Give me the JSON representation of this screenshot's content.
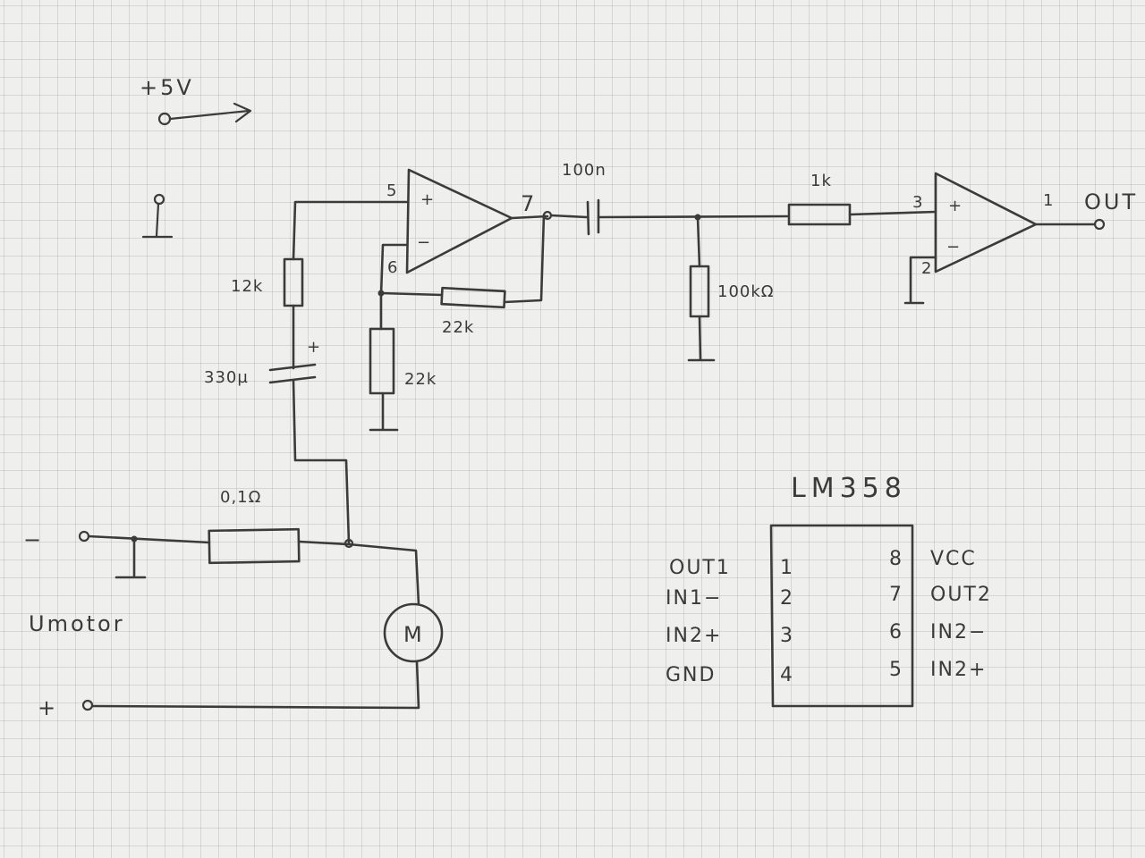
{
  "labels": {
    "supply": "+5V",
    "ground": "⊥",
    "pin5": "5",
    "plus1": "+",
    "minus1": "−",
    "pin6": "6",
    "pin7": "7",
    "cap100n": "100n",
    "r1k": "1k",
    "pin3": "3",
    "plus2": "+",
    "minus2": "−",
    "pin2": "2",
    "pin1": "1",
    "out": "OUT",
    "r12k": "12k",
    "r22k_fb": "22k",
    "r22k": "22k",
    "r100k": "100kΩ",
    "cap330": "330µ",
    "cap330_plus": "+",
    "rshunt": "0,1Ω",
    "minus_terminal": "−",
    "umotor": "Umotor",
    "plus_terminal": "+",
    "motor": "M"
  },
  "chip": {
    "title": "LM358",
    "left_pins": [
      {
        "name": "OUT1",
        "num": "1"
      },
      {
        "name": "IN1−",
        "num": "2"
      },
      {
        "name": "IN2+",
        "num": "3"
      },
      {
        "name": "GND",
        "num": "4"
      }
    ],
    "right_pins": [
      {
        "num": "8",
        "name": "VCC"
      },
      {
        "num": "7",
        "name": "OUT2"
      },
      {
        "num": "6",
        "name": "IN2−"
      },
      {
        "num": "5",
        "name": "IN2+"
      }
    ]
  }
}
